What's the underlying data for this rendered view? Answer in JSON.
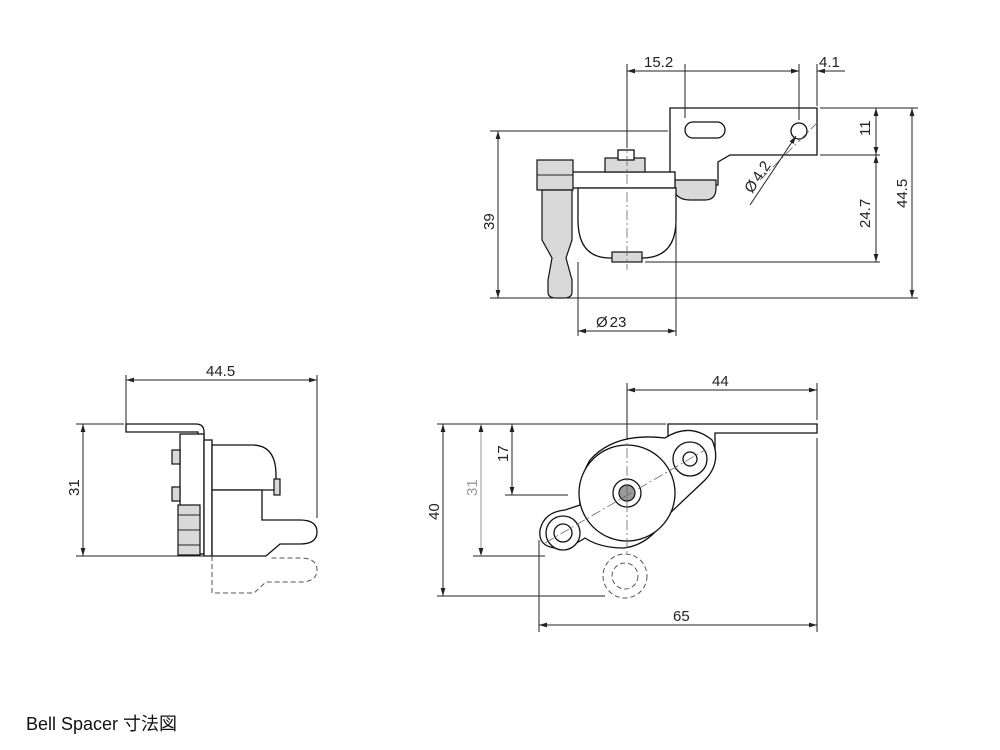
{
  "caption": "Bell Spacer 寸法図",
  "top_view": {
    "dim_15_2": "15.2",
    "dim_4_1": "4.1",
    "dim_11": "11",
    "dim_44_5": "44.5",
    "dim_24_7": "24.7",
    "dim_39": "39",
    "dim_phi_4_2": "4.2",
    "dim_phi_23": "23"
  },
  "side_view": {
    "dim_44_5": "44.5",
    "dim_31": "31"
  },
  "front_view": {
    "dim_44": "44",
    "dim_17": "17",
    "dim_31": "31",
    "dim_40": "40",
    "dim_65": "65"
  }
}
